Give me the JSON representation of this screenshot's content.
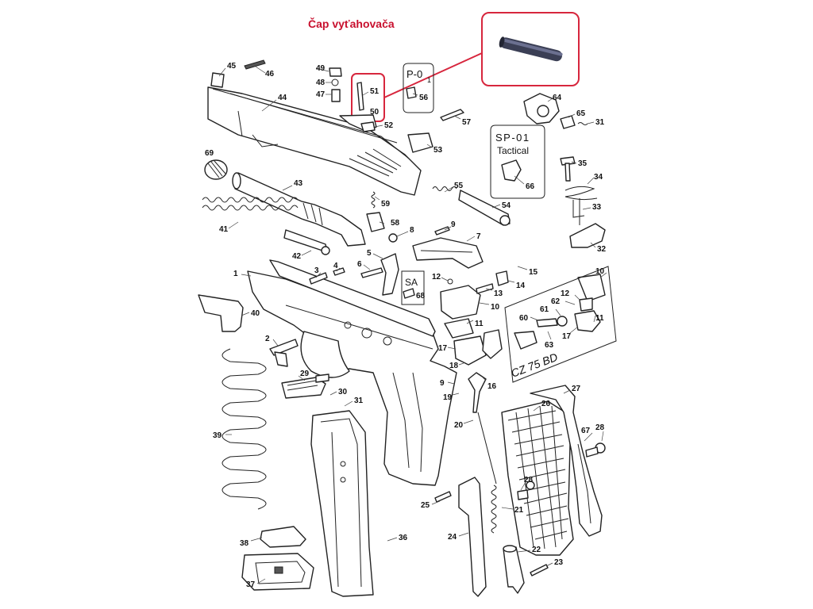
{
  "title": "Čap vyťahovača",
  "colors": {
    "highlight": "#d7263d",
    "title": "#c8102e",
    "ink": "#222222"
  },
  "variants": {
    "p01_line1": "P-0",
    "p01_line2": "1",
    "sp01_line1": "SP-01",
    "sp01_line2": "Tactical",
    "sa": "SA",
    "bd": "CZ 75 BD"
  },
  "parts": {
    "p1": "1",
    "p2": "2",
    "p3": "3",
    "p4": "4",
    "p5": "5",
    "p6": "6",
    "p7": "7",
    "p8": "8",
    "p9a": "9",
    "p9b": "9",
    "p10a": "10",
    "p10b": "10",
    "p11a": "11",
    "p11b": "11",
    "p12a": "12",
    "p12b": "12",
    "p13": "13",
    "p14": "14",
    "p15": "15",
    "p16": "16",
    "p17a": "17",
    "p17b": "17",
    "p18": "18",
    "p19": "19",
    "p20": "20",
    "p21": "21",
    "p22": "22",
    "p23": "23",
    "p24": "24",
    "p25": "25",
    "p26": "26",
    "p27": "27",
    "p28a": "28",
    "p28b": "28",
    "p29": "29",
    "p30": "30",
    "p31a": "31",
    "p31b": "31",
    "p32": "32",
    "p33": "33",
    "p34": "34",
    "p35": "35",
    "p36": "36",
    "p37": "37",
    "p38": "38",
    "p39": "39",
    "p40": "40",
    "p41": "41",
    "p42": "42",
    "p43": "43",
    "p44": "44",
    "p45": "45",
    "p46": "46",
    "p47": "47",
    "p48": "48",
    "p49": "49",
    "p50": "50",
    "p51": "51",
    "p52": "52",
    "p53": "53",
    "p54": "54",
    "p55": "55",
    "p56": "56",
    "p57": "57",
    "p58": "58",
    "p59": "59",
    "p60": "60",
    "p61": "61",
    "p62": "62",
    "p63": "63",
    "p64": "64",
    "p65": "65",
    "p66": "66",
    "p67": "67",
    "p68": "68",
    "p69": "69"
  }
}
